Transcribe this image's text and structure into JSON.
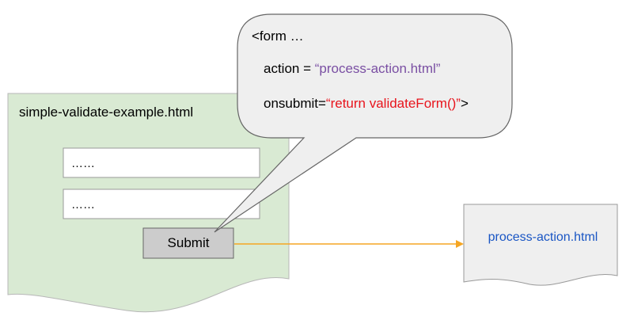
{
  "source_doc": {
    "title": "simple-validate-example.html",
    "fields": [
      "……",
      "……"
    ],
    "submit_label": "Submit"
  },
  "callout": {
    "line1": "<form …",
    "action_key": "action = ",
    "action_value": "“process-action.html”",
    "onsubmit_key": "onsubmit=",
    "onsubmit_value": "“return validateForm()”",
    "onsubmit_end": ">"
  },
  "target_doc": {
    "title": "process-action.html"
  },
  "colors": {
    "doc_fill": "#d9ead3",
    "callout_fill": "#efefef",
    "arrow": "#f5a623",
    "action_value": "#7a4fa3",
    "onsubmit_value": "#e8141c",
    "target_text": "#1a56c4"
  }
}
